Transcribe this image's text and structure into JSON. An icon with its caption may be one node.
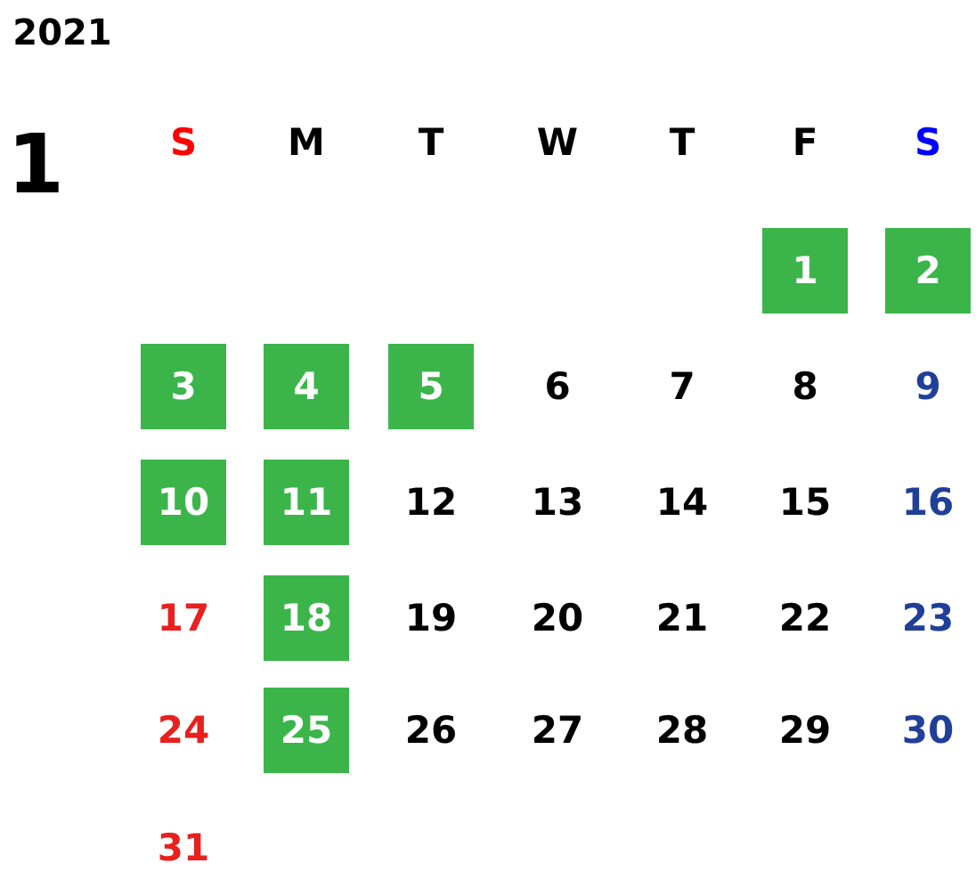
{
  "diagram": {
    "labels": [
      "2021",
      "1",
      "S",
      "M",
      "T",
      "W",
      "T",
      "F",
      "S",
      "1",
      "2",
      "3",
      "4",
      "5",
      "6",
      "7",
      "8",
      "9",
      "10",
      "11",
      "12",
      "13",
      "14",
      "15",
      "16",
      "17",
      "18",
      "19",
      "20",
      "21",
      "22",
      "23",
      "24",
      "25",
      "26",
      "27",
      "28",
      "29",
      "30",
      "31"
    ]
  }
}
